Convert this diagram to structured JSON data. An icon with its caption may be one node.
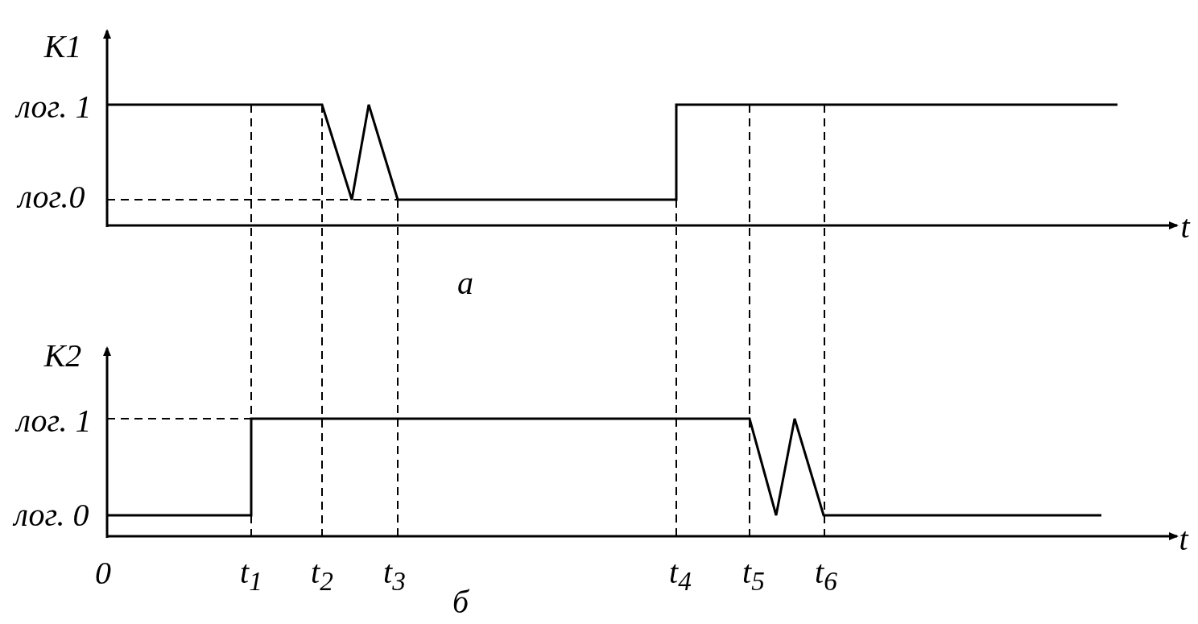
{
  "diagram": {
    "labels": [
      "К1",
      "лог. 1",
      "лог.0",
      "t",
      "а",
      "К2",
      "лог. 1",
      "лог. 0",
      "t",
      "0",
      "t$_{1}$",
      "t$_{2}$",
      "t$_{3}$",
      "t$_{4}$",
      "t$_{5}$",
      "t$_{6}$",
      "б"
    ]
  }
}
